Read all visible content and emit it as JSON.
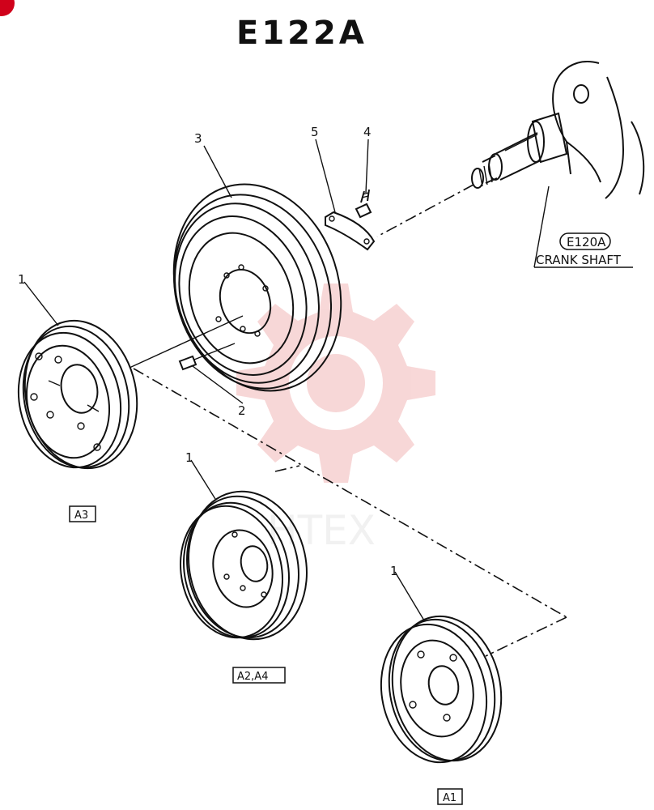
{
  "title": "E122A",
  "watermark": {
    "text": "HTEX",
    "color": "#f2b8b8"
  },
  "callouts": {
    "part1_a3": "1",
    "part1_a2a4": "1",
    "part1_a1": "1",
    "part2": "2",
    "part3": "3",
    "part4": "4",
    "part5": "5"
  },
  "variant_labels": {
    "a3": "A3",
    "a2_a4": "A2,A4",
    "a1": "A1"
  },
  "reference": {
    "code": "E120A",
    "name": "CRANK SHAFT"
  },
  "colors": {
    "line": "#111111",
    "badge": "#d0021b"
  }
}
